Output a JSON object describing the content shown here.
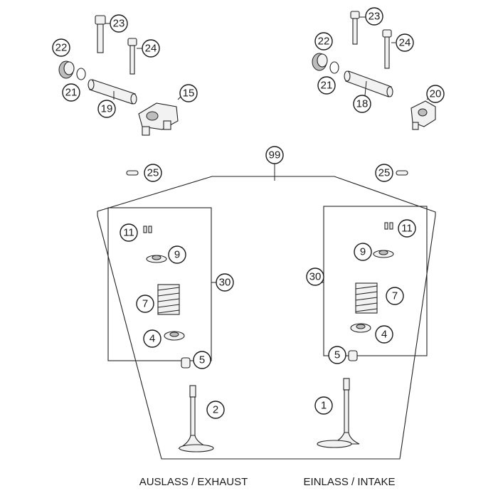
{
  "callouts": {
    "c23_left": "23",
    "c22_left": "22",
    "c24_left": "24",
    "c21_left": "21",
    "c19": "19",
    "c15": "15",
    "c23_right": "23",
    "c22_right": "22",
    "c24_right": "24",
    "c21_right": "21",
    "c18": "18",
    "c20": "20",
    "c99": "99",
    "c25_left": "25",
    "c25_right": "25",
    "c11_left": "11",
    "c9_left": "9",
    "c7_left": "7",
    "c4_left": "4",
    "c30_left": "30",
    "c5_left": "5",
    "c2": "2",
    "c11_right": "11",
    "c9_right": "9",
    "c7_right": "7",
    "c4_right": "4",
    "c30_right": "30",
    "c5_right": "5",
    "c1": "1"
  },
  "captions": {
    "exhaust": "AUSLASS / EXHAUST",
    "intake": "EINLASS / INTAKE"
  }
}
